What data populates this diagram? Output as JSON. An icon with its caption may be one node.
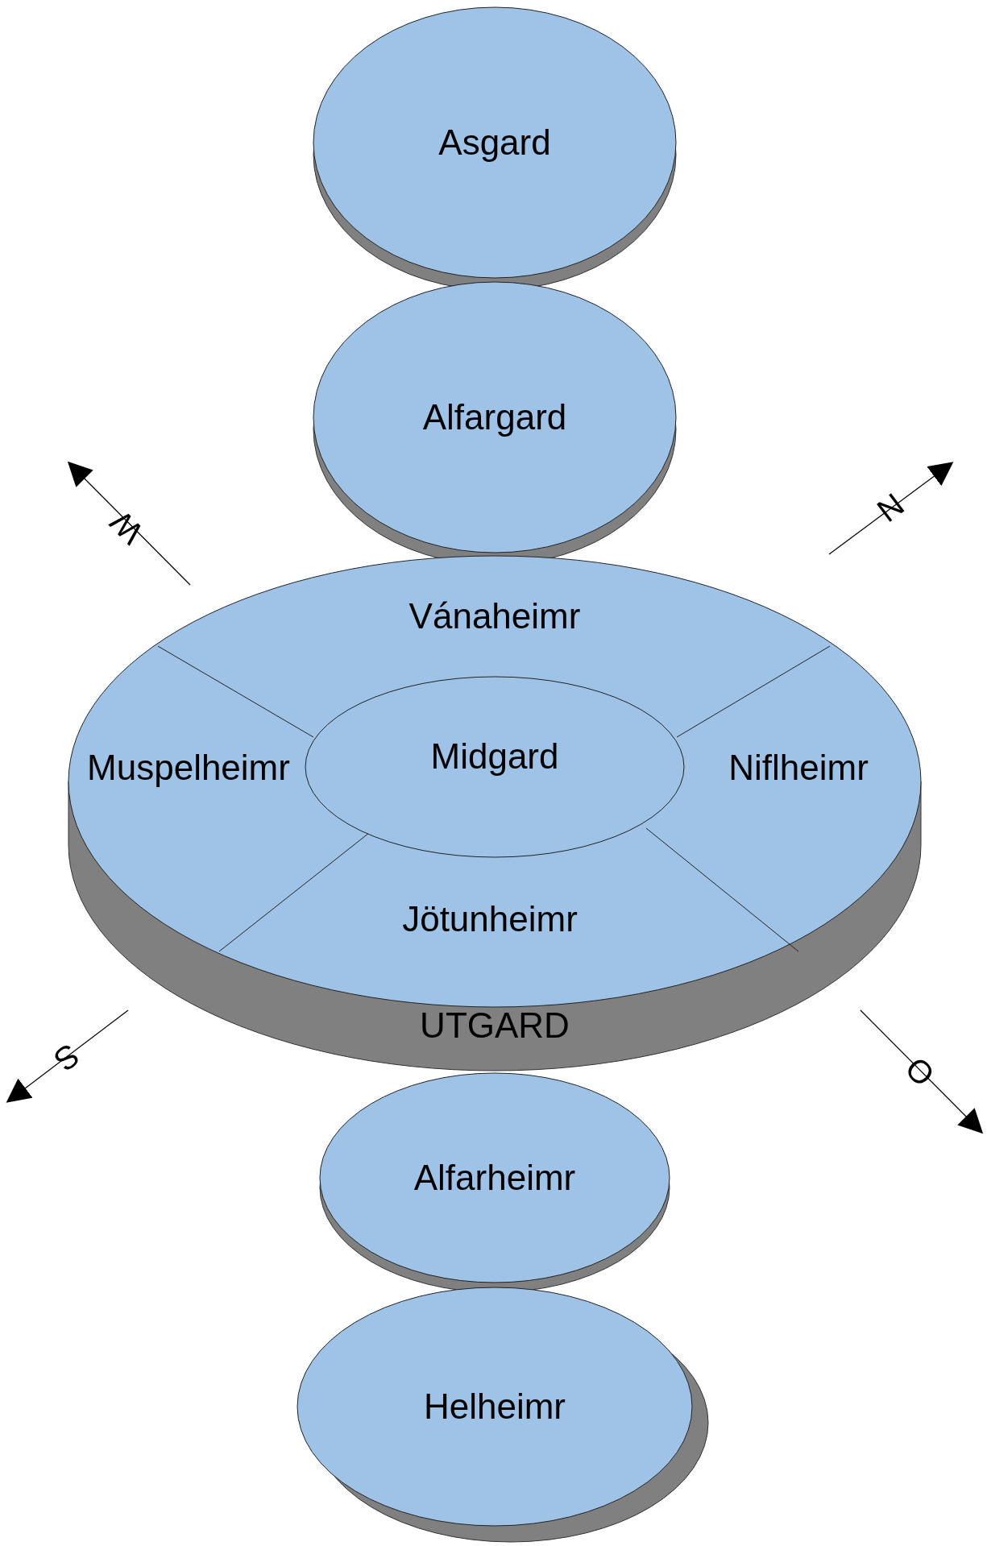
{
  "diagram": {
    "nodes": [
      {
        "text": [
          "Asgard"
        ]
      },
      {
        "text": [
          "Alfargard"
        ]
      },
      {
        "text": [
          "UTGARD"
        ]
      },
      {
        "text": [
          "Vánaheimr"
        ],
        "in": 2
      },
      {
        "text": [
          "Muspelheimr"
        ],
        "in": 2
      },
      {
        "text": [
          "Midgard"
        ],
        "in": 2
      },
      {
        "text": [
          "Niflheimr"
        ],
        "in": 2
      },
      {
        "text": [
          "Jötunheimr"
        ],
        "in": 2
      },
      {
        "text": [
          "Alfarheimr"
        ]
      },
      {
        "text": [
          "Helheimr"
        ]
      }
    ],
    "edges": [],
    "labels": [
      "W",
      "N",
      "S",
      "O"
    ]
  }
}
